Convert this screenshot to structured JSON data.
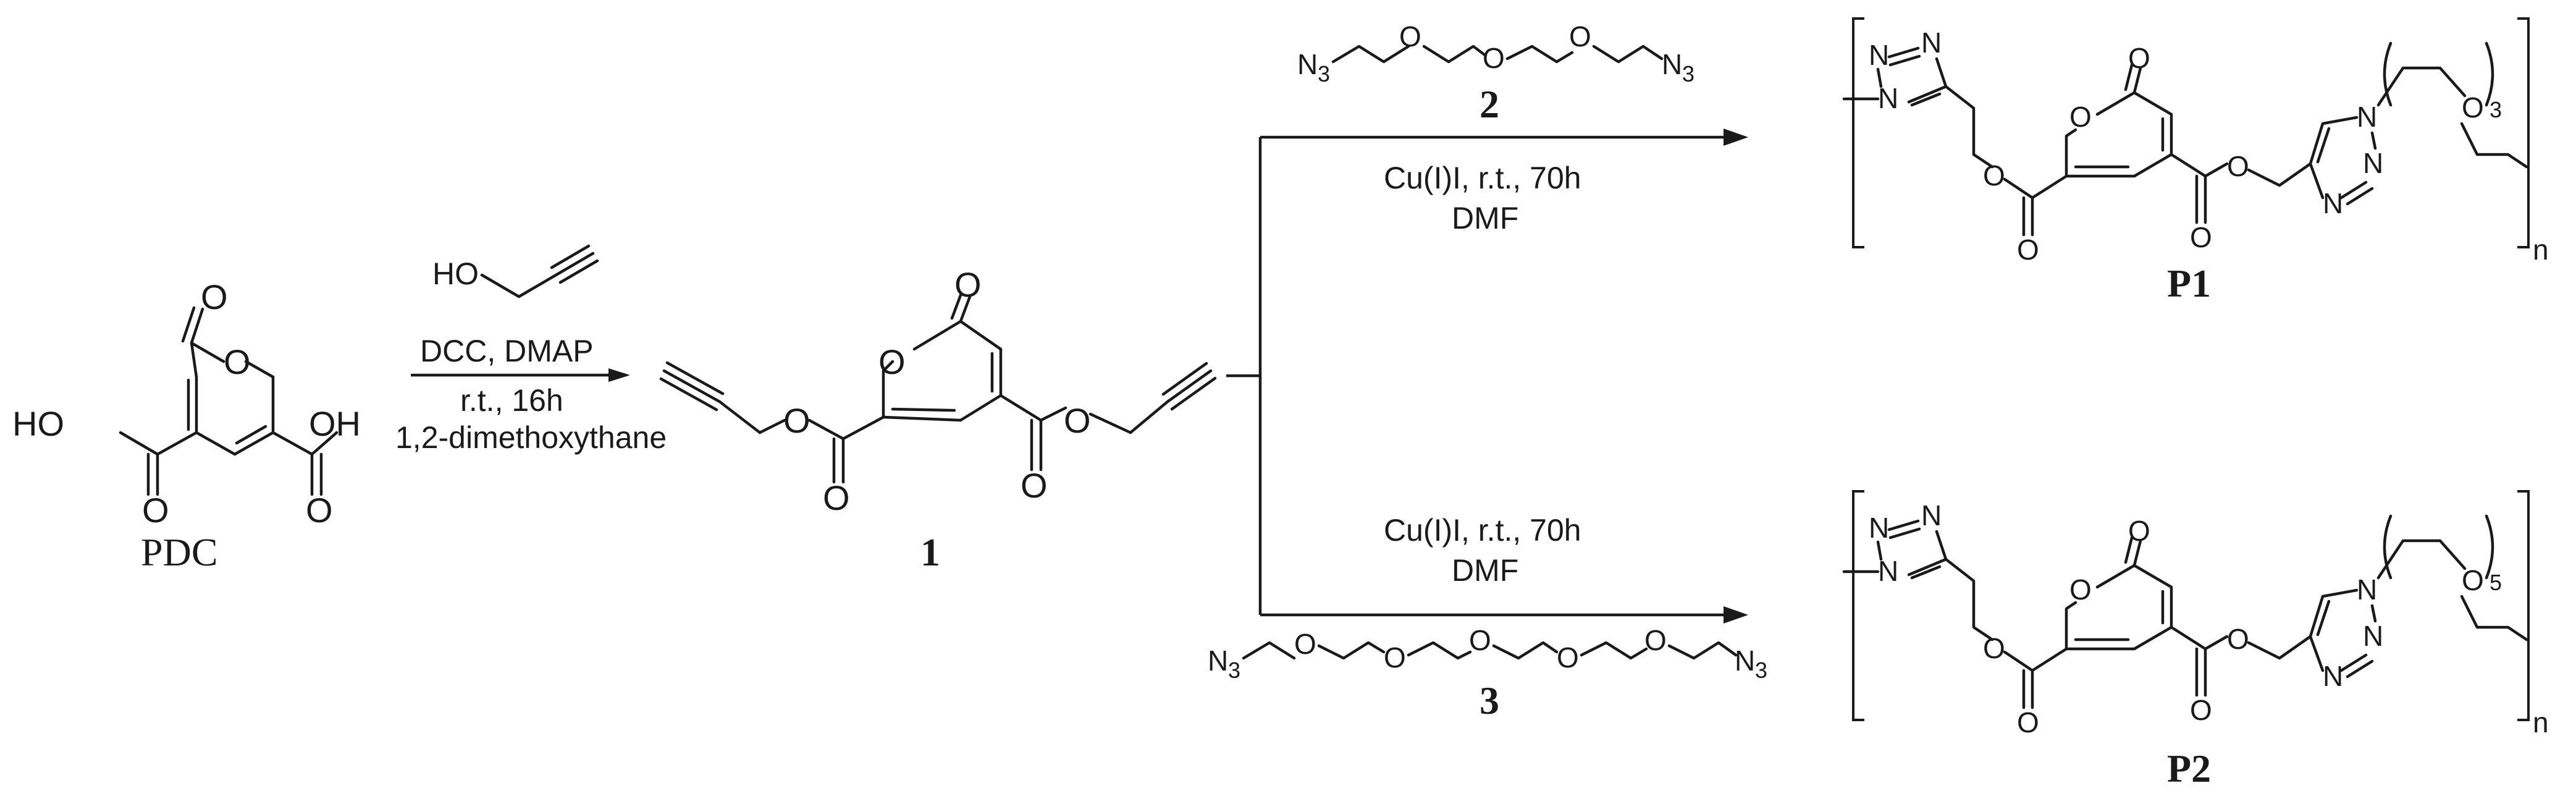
{
  "compounds": {
    "pdc": "PDC",
    "c1": "1",
    "c2": "2",
    "c3": "3",
    "p1": "P1",
    "p2": "P2"
  },
  "conditions": {
    "step1_reagent": "HO",
    "step1_line1": "DCC, DMAP",
    "step1_line2": "r.t., 16h",
    "step1_line3": "1,2-dimethoxythane",
    "step2_line1": "Cu(I)I, r.t., 70h",
    "step2_line2": "DMF",
    "step3_line1": "Cu(I)I, r.t., 70h",
    "step3_line2": "DMF"
  },
  "atoms": {
    "O": "O",
    "N": "N",
    "HO": "HO",
    "OH": "OH",
    "N3": "N",
    "sub3": "3",
    "repeat_n": "n",
    "peg_p1": "3",
    "peg_p2": "5"
  }
}
